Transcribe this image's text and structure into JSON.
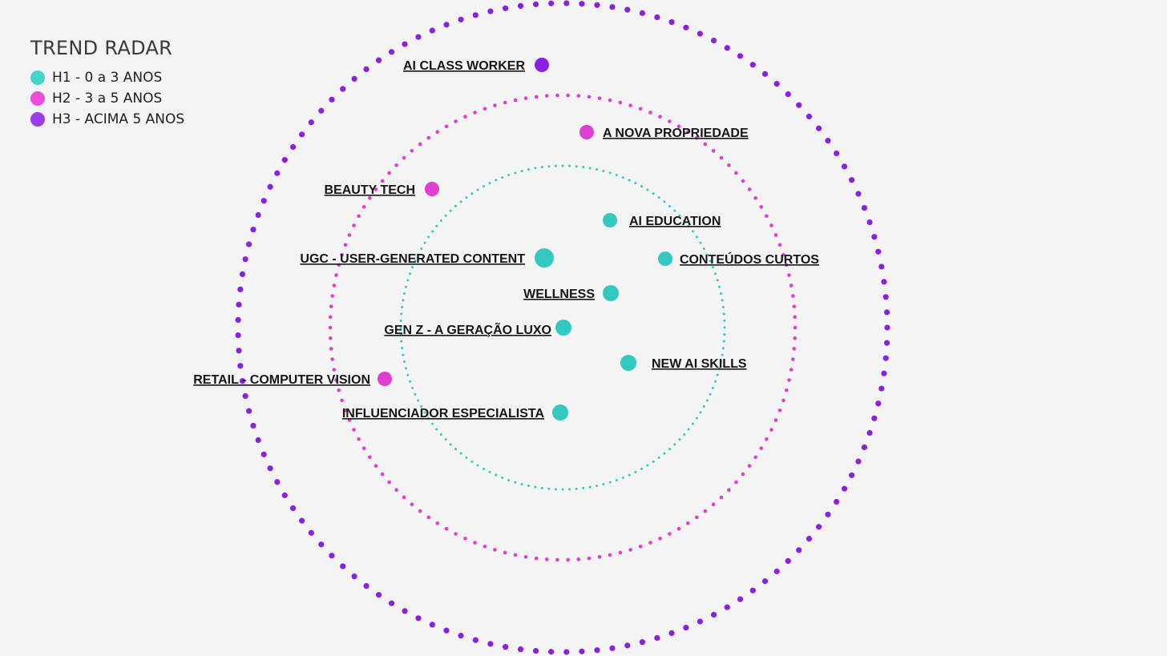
{
  "title": "TREND RADAR",
  "colors": {
    "background": "#f4f4f4",
    "h1": "#33c9c1",
    "h2": "#e03ed0",
    "h3": "#8a1fe6"
  },
  "legend": [
    {
      "key": "h1",
      "label": "H1 - 0 a 3 ANOS",
      "color": "#45d3ca"
    },
    {
      "key": "h2",
      "label": "H2 - 3 a 5 ANOS",
      "color": "#ea4fd8"
    },
    {
      "key": "h3",
      "label": "H3 - ACIMA 5 ANOS",
      "color": "#9b3cf0"
    }
  ],
  "rings": [
    {
      "horizon": "h1",
      "color": "#33c9c1",
      "style": "dotted"
    },
    {
      "horizon": "h2",
      "color": "#e03ed0",
      "style": "dotted"
    },
    {
      "horizon": "h3",
      "color": "#8a1fe6",
      "style": "dotted"
    }
  ],
  "trends": [
    {
      "label": "AI CLASS WORKER",
      "horizon": "h3"
    },
    {
      "label": "A NOVA PROPRIEDADE",
      "horizon": "h2"
    },
    {
      "label": "BEAUTY TECH",
      "horizon": "h2"
    },
    {
      "label": "AI EDUCATION",
      "horizon": "h1"
    },
    {
      "label": "UGC - USER-GENERATED CONTENT",
      "horizon": "h1"
    },
    {
      "label": "CONTEÚDOS CURTOS",
      "horizon": "h1"
    },
    {
      "label": "WELLNESS",
      "horizon": "h1"
    },
    {
      "label": "GEN Z - A GERAÇÃO LUXO",
      "horizon": "h1"
    },
    {
      "label": "NEW AI SKILLS",
      "horizon": "h1"
    },
    {
      "label": "RETAIL - COMPUTER VISION",
      "horizon": "h2"
    },
    {
      "label": "INFLUENCIADOR ESPECIALISTA",
      "horizon": "h1"
    }
  ]
}
